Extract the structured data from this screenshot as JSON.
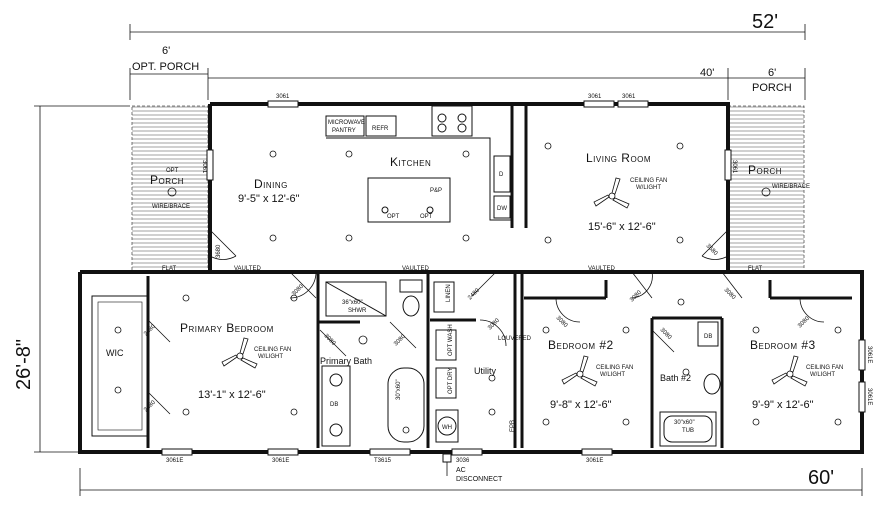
{
  "dimensions": {
    "overall_top": "52'",
    "porch_left_a": "6'",
    "porch_left_b": "OPT. PORCH",
    "main_width": "40'",
    "porch_right_a": "6'",
    "porch_right_b": "PORCH",
    "depth": "26'-8\"",
    "overall_bottom": "60'"
  },
  "rooms": {
    "kitchen": "Kitchen",
    "dining": "Dining",
    "dining_size": "9'-5\" x 12'-6\"",
    "living": "Living Room",
    "living_size": "15'-6\" x 12'-6\"",
    "porch_left": "Porch",
    "porch_left_opt": "OPT",
    "porch_right": "Porch",
    "primary": "Primary Bedroom",
    "primary_size": "13'-1\" x 12'-6\"",
    "primary_bath": "Primary Bath",
    "wic": "WIC",
    "utility": "Utility",
    "bed2": "Bedroom #2",
    "bed2_size": "9'-8\" x 12'-6\"",
    "bath2": "Bath #2",
    "bed3": "Bedroom #3",
    "bed3_size": "9'-9\" x 12'-6\""
  },
  "labels": {
    "window_3061": "3061",
    "window_3061e": "3061E",
    "window_t3615": "T3615",
    "window_3036": "3036",
    "door_3680": "3680",
    "door_3080": "3080",
    "door_2480": "2480",
    "microwave_pantry_a": "MICROWAVE",
    "microwave_pantry_b": "PANTRY",
    "refr": "REFR",
    "pp": "P&P",
    "opt": "OPT",
    "d": "D",
    "dw": "DW",
    "db": "DB",
    "wire_brace": "WIRE/BRACE",
    "flat": "FLAT",
    "vaulted": "VAULTED",
    "ceiling_fan_a": "CEILING FAN",
    "ceiling_fan_b": "W/LIGHT",
    "shower": "36\"x60\"",
    "shower_b": "SHWR",
    "tub": "30\"x60\"",
    "tub_b": "TUB",
    "tub_primary": "30\"x60\"",
    "linen": "LINEN",
    "louvered": "LOUVERED",
    "opt_washer": "OPT WASH",
    "opt_dryer": "OPT DRY",
    "wh": "WH",
    "epb": "EPB",
    "ac_a": "AC",
    "ac_b": "DISCONNECT"
  }
}
